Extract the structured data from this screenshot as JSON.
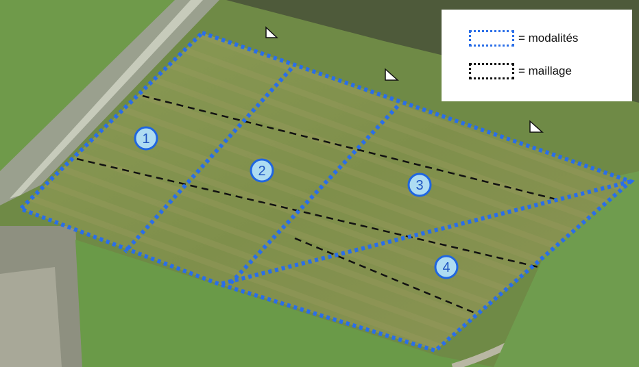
{
  "plots": [
    {
      "number": "1"
    },
    {
      "number": "2"
    },
    {
      "number": "3"
    },
    {
      "number": "4"
    }
  ],
  "legend": [
    {
      "label": "= modalités",
      "color": "#2a6ee8"
    },
    {
      "label": "= maillage",
      "color": "#111111"
    }
  ],
  "colors": {
    "modality_line": "#2a6ee8",
    "mesh_line": "#111111",
    "badge_fill": "#aedcf2",
    "badge_stroke": "#1f66e0"
  },
  "icons": [
    "wind-arrow-icon",
    "wind-arrow-icon",
    "wind-arrow-icon"
  ]
}
